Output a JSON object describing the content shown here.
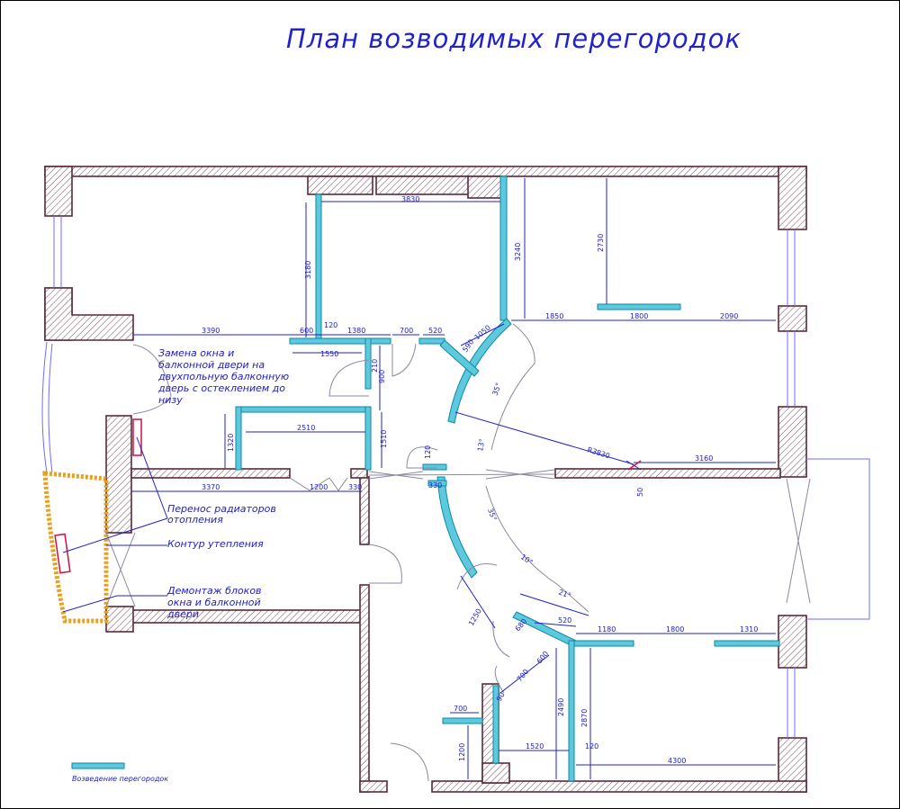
{
  "title": "План возводимых перегородок",
  "notes": {
    "window_replace": [
      "Замена окна и",
      "балконной двери на",
      "двухпольную балконную",
      "дверь с остеклением до",
      "низу"
    ],
    "radiators": [
      "Перенос радиаторов",
      "отопления"
    ],
    "insulation": "Контур утепления",
    "dismantle": [
      "Демонтаж блоков",
      "окна и балконной",
      "двери"
    ]
  },
  "legend": {
    "label": "Возведение перегородок"
  },
  "dimensions": {
    "d3830": "3830",
    "d3180": "3180",
    "d3240": "3240",
    "d2730": "2730",
    "d3390": "3390",
    "d600": "600",
    "d120a": "120",
    "d1380": "1380",
    "d700a": "700",
    "d520a": "520",
    "d1550": "1550",
    "d590": "590",
    "d1050": "1050",
    "d1850": "1850",
    "d1800a": "1800",
    "d2090": "2090",
    "d210": "210",
    "d900": "900",
    "d35a": "35°",
    "d13": "13°",
    "d2510": "2510",
    "d1320": "1320",
    "d1510": "1510",
    "dR3830": "R3830",
    "d3160": "3160",
    "d50": "50",
    "d120b": "120",
    "d3370": "3370",
    "d1200a": "1200",
    "d330a": "330",
    "d330b": "330",
    "d35b": "35°",
    "d10": "10°",
    "d21": "21°",
    "d1250": "1250",
    "d520b": "520",
    "d1180": "1180",
    "d1800b": "1800",
    "d1310": "1310",
    "d680": "680",
    "d600b": "600",
    "d700b": "700",
    "d90": "90",
    "d700c": "700",
    "d2490": "2490",
    "d2870": "2870",
    "d1520": "1520",
    "d120c": "120",
    "d4300": "4300",
    "d1200b": "1200"
  }
}
